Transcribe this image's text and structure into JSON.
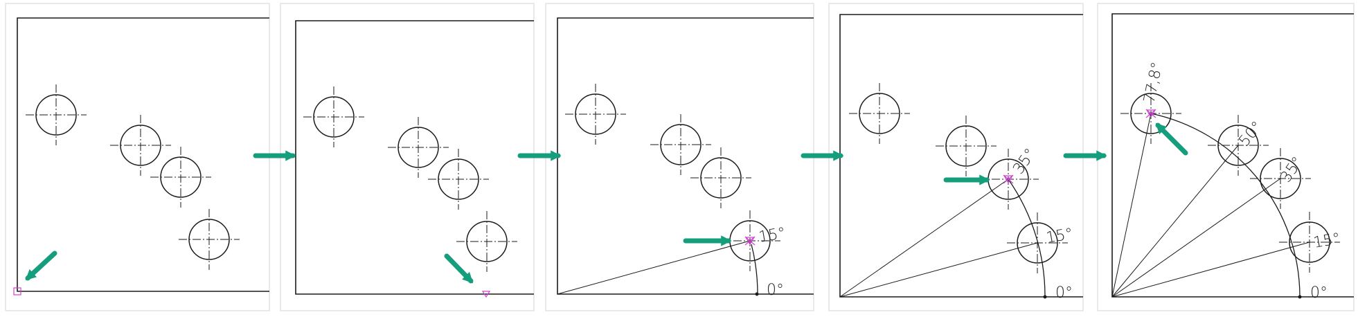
{
  "accent_color": "#159e7c",
  "marker_color": "#d43fd4",
  "steps": [
    {
      "id": 1,
      "labels": []
    },
    {
      "id": 2,
      "labels": []
    },
    {
      "id": 3,
      "labels": [
        "15°",
        "0°"
      ]
    },
    {
      "id": 4,
      "labels": [
        "35°",
        "15°",
        "0°"
      ]
    },
    {
      "id": 5,
      "labels": [
        "77,8°",
        "50°",
        "35°",
        "15°",
        "0°"
      ]
    }
  ]
}
